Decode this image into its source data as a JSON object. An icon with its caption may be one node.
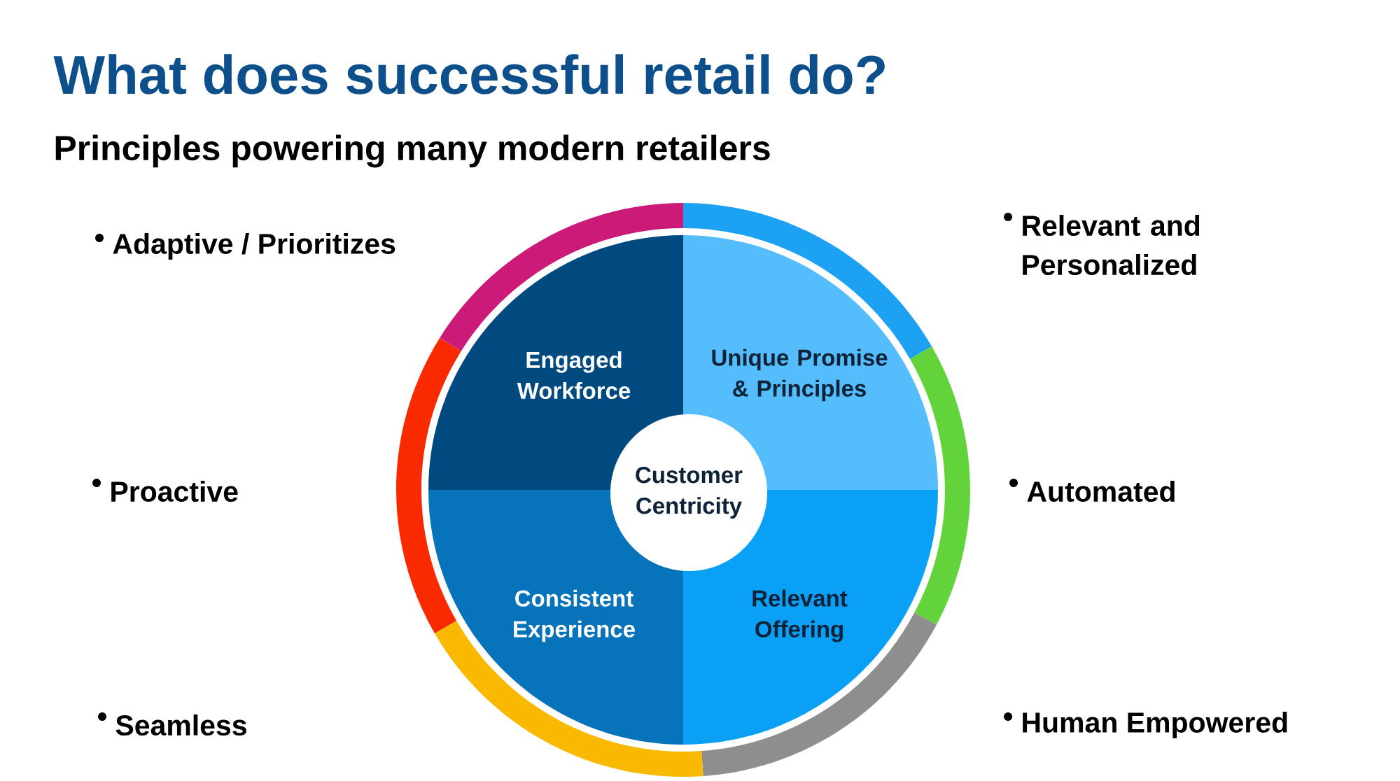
{
  "diagram": {
    "title": "What does successful retail do?",
    "nodes": [
      {
        "text": [
          "Engaged Workforce"
        ]
      },
      {
        "text": [
          "Unique Promise & Principles"
        ]
      },
      {
        "text": [
          "Customer Centricity"
        ]
      },
      {
        "text": [
          "Consistent Experience"
        ]
      },
      {
        "text": [
          "Relevant Offering"
        ]
      }
    ],
    "labels": [
      "Principles powering many modern retailers",
      "Adaptive / Prioritizes",
      "Relevant and Personalized",
      "Proactive",
      "Automated",
      "Seamless",
      "Human Empowered"
    ]
  }
}
